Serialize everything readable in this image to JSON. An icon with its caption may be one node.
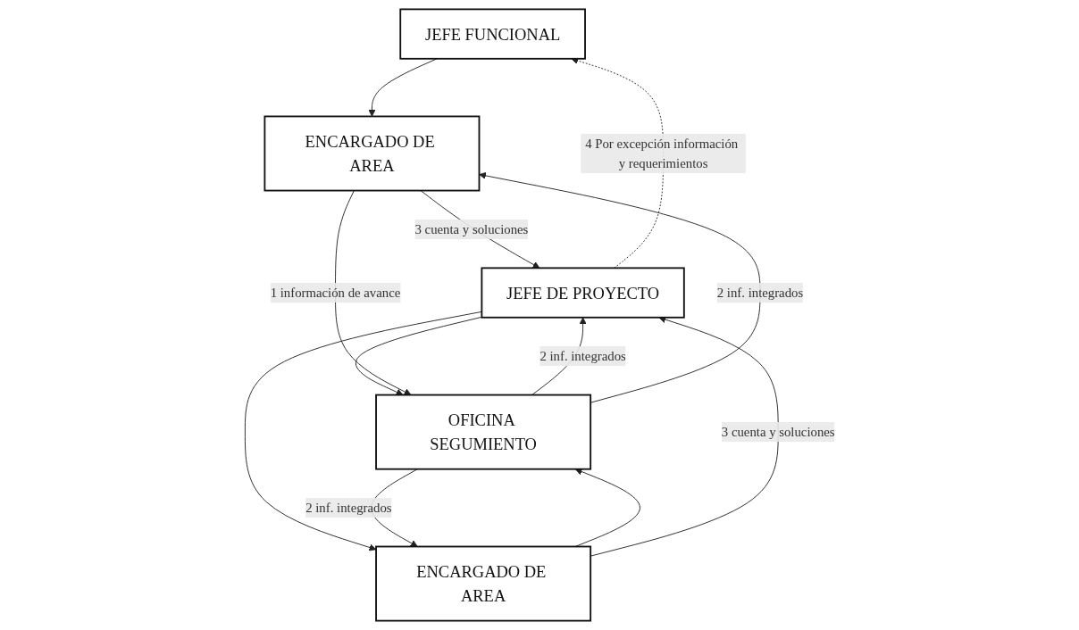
{
  "diagram": {
    "nodes": [
      {
        "text": [
          "JEFE FUNCIONAL"
        ]
      },
      {
        "text": [
          "JEFE DE PROYECTO"
        ]
      },
      {
        "text": [
          "OFICINA SEGUMIENTO"
        ]
      },
      {
        "text": [
          "ENCARGADO DE AREA"
        ]
      },
      {
        "text": [
          "ENCARGADO DE AREA"
        ]
      }
    ],
    "edges": [
      {
        "from": 1,
        "to": 0,
        "arrow": "to",
        "style": "dashed",
        "label": "4 Por excepción información y requerimientos"
      },
      {
        "from": 0,
        "to": 3,
        "arrow": "to"
      },
      {
        "from": 3,
        "to": 1,
        "arrow": "to",
        "label": "3 cuenta y soluciones"
      },
      {
        "from": 2,
        "to": 1,
        "arrow": "to",
        "label": "2 inf. integrados"
      },
      {
        "from": 1,
        "to": 2,
        "arrow": "to"
      },
      {
        "from": 1,
        "to": 4,
        "arrow": "to"
      },
      {
        "from": 2,
        "to": 3,
        "arrow": "to",
        "label": "2 inf. integrados"
      },
      {
        "from": 2,
        "to": 4,
        "arrow": "to",
        "label": "2 inf. integrados"
      },
      {
        "from": 3,
        "to": 2,
        "arrow": "to",
        "label": "1 información de avance"
      },
      {
        "from": 4,
        "to": 2,
        "arrow": "to"
      },
      {
        "from": 4,
        "to": 1,
        "arrow": "to",
        "label": "3 cuenta y soluciones"
      }
    ]
  }
}
